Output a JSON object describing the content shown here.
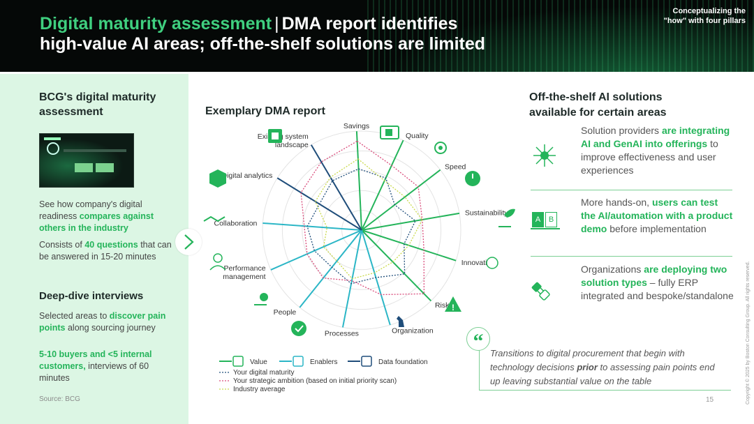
{
  "header": {
    "title_accent": "Digital maturity assessment",
    "title_sep": "|",
    "title_line1_rest": "DMA report identifies",
    "title_line2": "high-value AI areas; off-the-shelf solutions are limited",
    "tag": "Conceptualizing the \"how\" with four pillars"
  },
  "left": {
    "heading": "BCG's digital maturity assessment",
    "p1": [
      "See how company's digital readiness ",
      "compares against others in the industry"
    ],
    "p2": [
      "Consists of ",
      "40 questions",
      " that can be answered in 15-20 minutes"
    ],
    "heading2": "Deep-dive interviews",
    "p3": [
      "Selected areas to ",
      "discover pain points",
      " along sourcing journey"
    ],
    "p4": [
      "5-10 buyers and <5 internal customers,",
      " interviews of 60 minutes"
    ],
    "source": "Source: BCG"
  },
  "middle": {
    "heading": "Exemplary DMA report"
  },
  "chart_data": {
    "type": "radar",
    "axes": [
      "Savings",
      "Quality",
      "Speed",
      "Sustainability",
      "Innovation",
      "Risk",
      "Organization",
      "Processes",
      "People",
      "Performance management",
      "Collaboration",
      "Digital analytics",
      "Existing system landscape"
    ],
    "axis_labels": {
      "Savings": "Savings",
      "Quality": "Quality",
      "Speed": "Speed",
      "Sustainability": "Sustainability",
      "Innovation": "Innovation",
      "Risk": "Risk",
      "Organization": "Organization",
      "Processes": "Processes",
      "People": "People",
      "Performance management": [
        "Performance",
        "management"
      ],
      "Collaboration": "Collaboration",
      "Digital analytics": "Digital analytics",
      "Existing system landscape": [
        "Existing system",
        "landscape"
      ]
    },
    "categories": {
      "Value": [
        "Savings",
        "Quality",
        "Speed",
        "Sustainability",
        "Innovation",
        "Risk"
      ],
      "Enablers": [
        "Organization",
        "Processes",
        "People",
        "Performance management",
        "Collaboration"
      ],
      "Data foundation": [
        "Digital analytics",
        "Existing system landscape"
      ]
    },
    "series": [
      {
        "name": "Your digital maturity",
        "values": [
          0.62,
          0.58,
          0.42,
          0.55,
          0.45,
          0.62,
          0.5,
          0.55,
          0.48,
          0.52,
          0.55,
          0.5,
          0.58
        ]
      },
      {
        "name": "Your strategic ambition (based on initial priority scan)",
        "values": [
          0.9,
          0.72,
          0.72,
          0.62,
          0.66,
          0.9,
          0.68,
          0.52,
          0.62,
          0.6,
          0.58,
          0.72,
          0.8
        ]
      },
      {
        "name": "Industry average",
        "values": [
          0.72,
          0.55,
          0.55,
          0.62,
          0.5,
          0.45,
          0.45,
          0.5,
          0.4,
          0.42,
          0.35,
          0.55,
          0.62
        ]
      }
    ],
    "legend": [
      {
        "label": "Value",
        "color": "#24b45a"
      },
      {
        "label": "Enablers",
        "color": "#2bb6c6"
      },
      {
        "label": "Data foundation",
        "color": "#1f4d7a"
      }
    ],
    "grid_rings": 5,
    "colors": {
      "digital_maturity": "#1f4d7a",
      "strategic_ambition": "#d94a7a",
      "industry_average": "#c9d94a"
    }
  },
  "right": {
    "heading": "Off-the-shelf AI solutions available for certain areas",
    "item1": [
      "Solution providers ",
      "are integrating AI and GenAI into offerings",
      " to improve effectiveness and user experiences"
    ],
    "item2": [
      "More hands-on, ",
      "users can test the AI/automation with a product demo",
      " before implementation"
    ],
    "item3": [
      "Organizations ",
      "are deploying two solution types",
      " – fully ERP integrated and bespoke/standalone"
    ],
    "ab_a": "A",
    "ab_b": "B",
    "quote_mark": "“",
    "quote": [
      "Transitions to digital procurement that begin with technology decisions ",
      "prior",
      " to assessing pain points end up leaving substantial value on the table"
    ]
  },
  "footer": {
    "page": "15",
    "copyright": "Copyright © 2025 by Boston Consulting Group. All rights reserved."
  }
}
